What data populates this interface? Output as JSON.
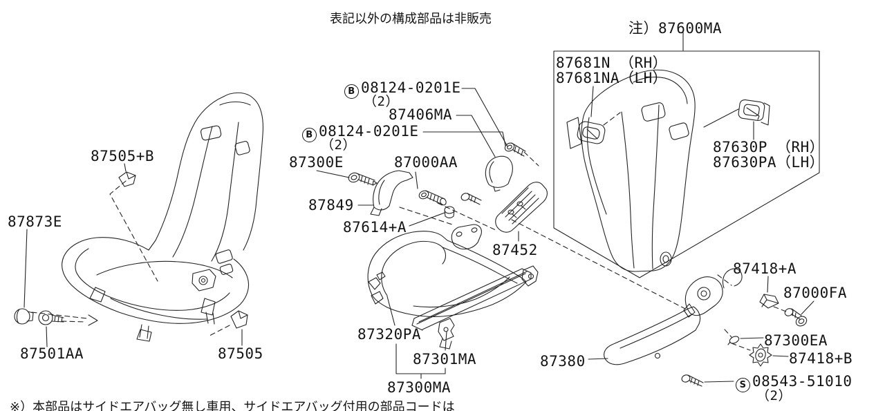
{
  "page": {
    "top_note": "表記以外の構成部品は非販売",
    "bottom_note": "※）本部品はサイドエアバッグ無し車用、サイドエアバッグ付用の部品コードは"
  },
  "assembly_note": {
    "text": "注）87600MA"
  },
  "labels": {
    "l87505b": "87505+B",
    "l87873e": "87873E",
    "l87501aa": "87501AA",
    "l87505": "87505",
    "l87406ma": "87406MA",
    "l87300e": "87300E",
    "l87000aa": "87000AA",
    "l87849": "87849",
    "l87614a": "87614+A",
    "l87452": "87452",
    "l87320pa": "87320PA",
    "l87301ma": "87301MA",
    "l87300ma": "87300MA",
    "l87681n": "87681N （RH）",
    "l87681na": "87681NA（LH）",
    "l87630p": "87630P （RH）",
    "l87630pa": "87630PA（LH）",
    "l87380": "87380",
    "l87418a": "87418+A",
    "l87000fa": "87000FA",
    "l87300ea": "87300EA",
    "l87418b": "87418+B",
    "b08124_top": {
      "symbol": "B",
      "number": "08124-0201E",
      "qty": "（2）"
    },
    "b08124_mid": {
      "symbol": "B",
      "number": "08124-0201E",
      "qty": "（2）"
    },
    "s08543": {
      "symbol": "S",
      "number": "08543-51010",
      "qty": "（2）"
    }
  },
  "colors": {
    "line": "#222222",
    "text": "#141414",
    "background": "#ffffff"
  }
}
